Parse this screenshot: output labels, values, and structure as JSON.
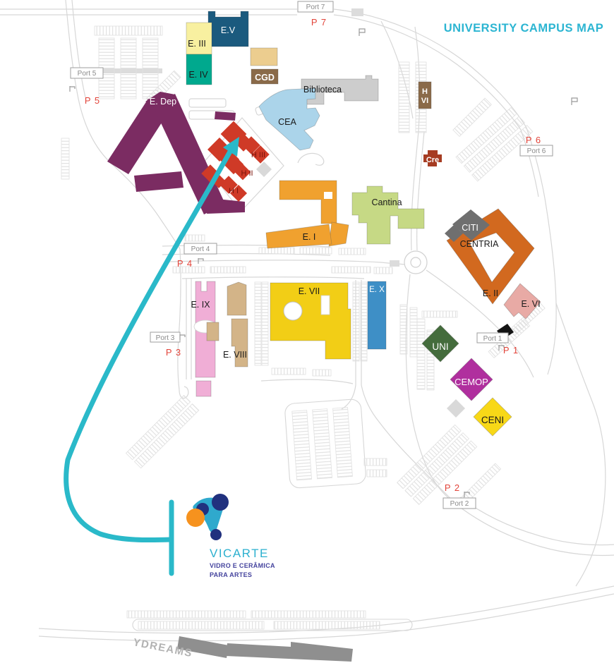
{
  "header": {
    "title": "UNIVERSITY CAMPUS MAP",
    "title_color": "#2cb5d2"
  },
  "map": {
    "buildings": [
      {
        "id": "ev",
        "label": "E.V",
        "color": "#1b5a7e",
        "label_color": "#ffffff"
      },
      {
        "id": "eiii",
        "label": "E. III",
        "color": "#f8f0a0",
        "label_color": "#1a1a1a"
      },
      {
        "id": "eiv",
        "label": "E. IV",
        "color": "#00a98e",
        "label_color": "#1a1a1a"
      },
      {
        "id": "cgd",
        "label": "CGD",
        "color": "#8a6a49",
        "building_color": "#eccd8f",
        "label_color": "#ffffff"
      },
      {
        "id": "biblioteca",
        "label": "Biblioteca",
        "color": "#cdcdcd",
        "label_color": "#1a1a1a"
      },
      {
        "id": "hvi",
        "label": "H VI",
        "line1": "H",
        "line2": "VI",
        "color": "#8a6a49",
        "label_color": "#ffffff"
      },
      {
        "id": "cre",
        "label": "Cre",
        "color": "#a63c22",
        "label_color": "#ffffff"
      },
      {
        "id": "cea",
        "label": "CEA",
        "color": "#abd4ea",
        "label_color": "#1a1a1a"
      },
      {
        "id": "edep",
        "label": "E. Dep",
        "color": "#7b2c62",
        "label_color": "#ffffff"
      },
      {
        "id": "hiii",
        "label": "H III",
        "color": "#cf3a27",
        "label_color": "#7a150c"
      },
      {
        "id": "hii",
        "label": "H II",
        "color": "#cf3a27",
        "label_color": "#7a150c"
      },
      {
        "id": "hi",
        "label": "H I",
        "color": "#cf3a27",
        "label_color": "#7a150c"
      },
      {
        "id": "cantina",
        "label": "Cantina",
        "color": "#c6d985",
        "label_color": "#1a1a1a"
      },
      {
        "id": "ei",
        "label": "E. I",
        "color": "#f0a12f",
        "label_color": "#1a1a1a"
      },
      {
        "id": "citi",
        "label": "CITI",
        "color": "#6f6f6f",
        "label_color": "#ffffff"
      },
      {
        "id": "centria",
        "label": "CENTRIA",
        "color": "#d2691f",
        "label_color": "#1a1a1a"
      },
      {
        "id": "eii",
        "label": "E. II",
        "color": "#d2691f",
        "label_color": "#1a1a1a"
      },
      {
        "id": "evi",
        "label": "E. VI",
        "color": "#e8aaa5",
        "label_color": "#1a1a1a"
      },
      {
        "id": "eix",
        "label": "E. IX",
        "color": "#f0aed6",
        "label_color": "#1a1a1a"
      },
      {
        "id": "eviii",
        "label": "E. VIII",
        "color": "#d3b488",
        "label_color": "#1a1a1a"
      },
      {
        "id": "evii",
        "label": "E. VII",
        "color": "#f2ce16",
        "label_color": "#1a1a1a"
      },
      {
        "id": "ex",
        "label": "E. X",
        "color": "#3e8fc6",
        "label_color": "#ffffff"
      },
      {
        "id": "uni",
        "label": "UNI",
        "color": "#446c3c",
        "label_color": "#ffffff"
      },
      {
        "id": "cemop",
        "label": "CEMOP",
        "color": "#b02f9e",
        "label_color": "#ffffff"
      },
      {
        "id": "ceni",
        "label": "CENI",
        "color": "#f8d817",
        "label_color": "#1a1a1a"
      }
    ],
    "gates": [
      {
        "id": "port7",
        "box": "Port 7",
        "p": "P 7"
      },
      {
        "id": "port5",
        "box": "Port 5",
        "p": "P 5"
      },
      {
        "id": "port6",
        "box": "Port 6",
        "p": "P 6"
      },
      {
        "id": "port4",
        "box": "Port 4",
        "p": "P 4"
      },
      {
        "id": "port3",
        "box": "Port 3",
        "p": "P 3"
      },
      {
        "id": "port1",
        "box": "Port 1",
        "p": "P 1"
      },
      {
        "id": "port2",
        "box": "Port 2",
        "p": "P 2"
      }
    ],
    "company_labels": {
      "ydreams": "YDREAMS"
    }
  },
  "logo": {
    "name": "VICARTE",
    "subtitle_line1": "VIDRO E CERÂMICA",
    "subtitle_line2": "PARA ARTES",
    "name_color": "#2cb0cf",
    "subtitle_color": "#45449e",
    "teal": "#2fa9cd",
    "navy": "#21317e",
    "orange": "#f6921e"
  },
  "colors": {
    "arrow": "#2ab9c9",
    "p_label": "#e2443a",
    "port_text": "#8a8a8a",
    "road": "#d7d7d7",
    "ydreams_text": "#b2b2b2",
    "ydreams_building": "#8f8f8f"
  }
}
